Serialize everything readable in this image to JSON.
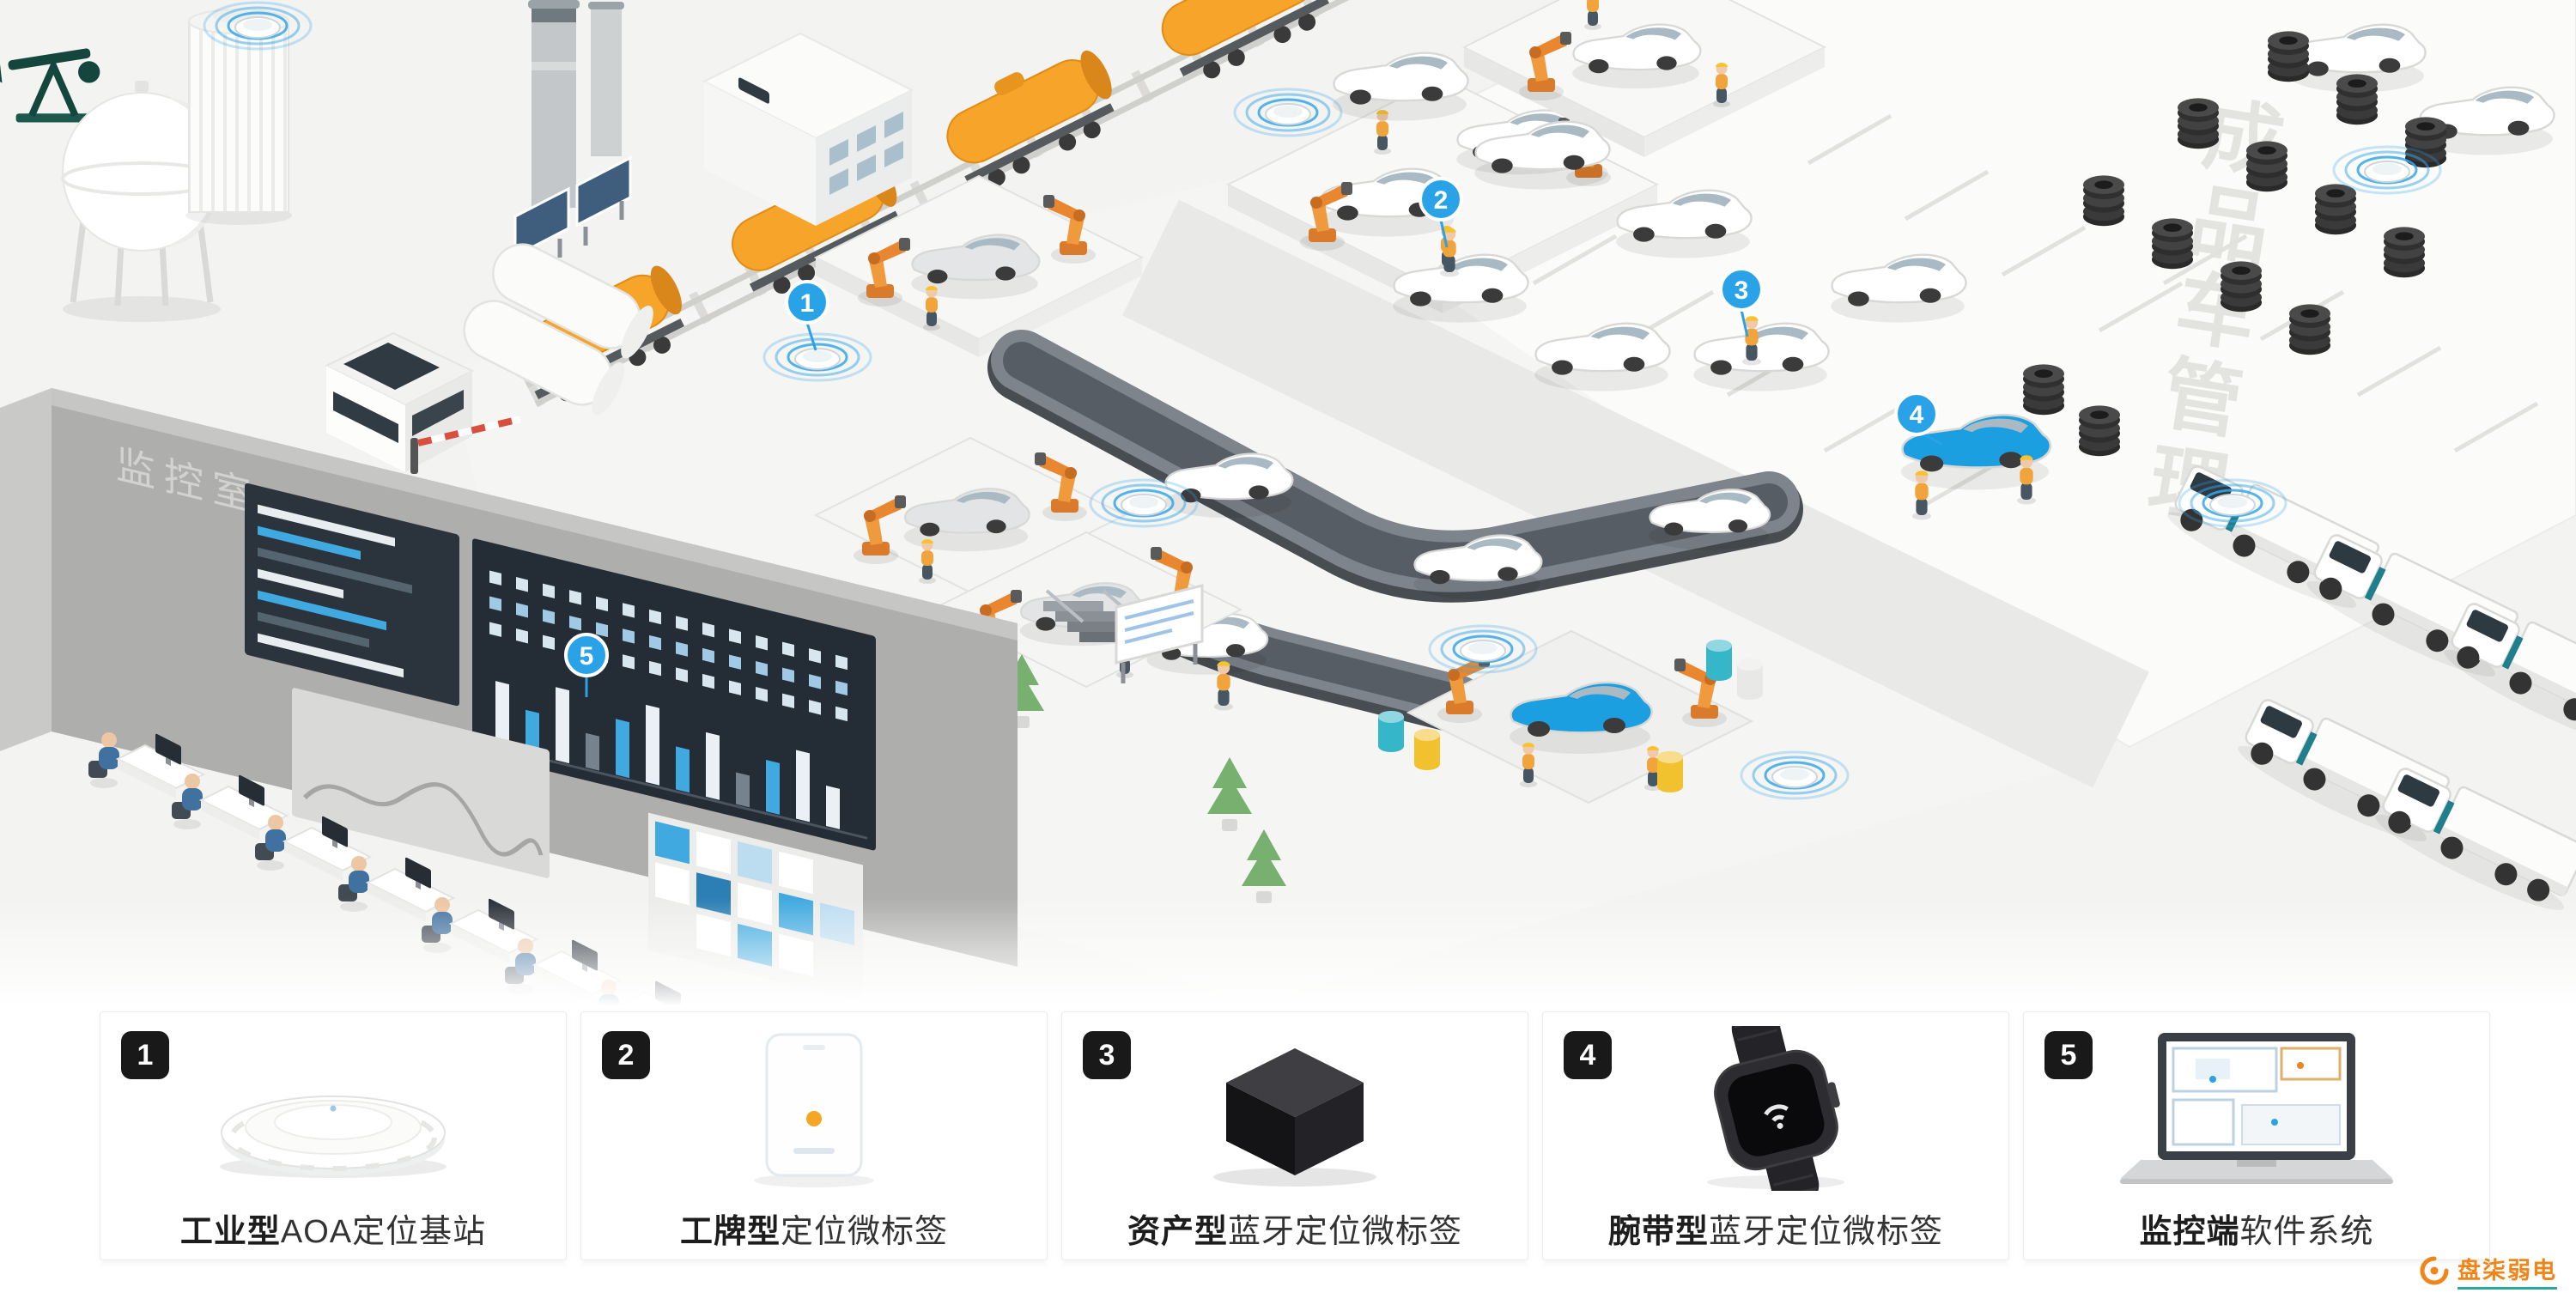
{
  "scene": {
    "labels": {
      "monitor_room": "监控室",
      "parking_ground_text": "成品车管理"
    },
    "callouts": [
      "1",
      "2",
      "3",
      "4",
      "5"
    ],
    "colors": {
      "accent_blue": "#2aa2e8",
      "machine_orange": "#f6a42a",
      "pump_green": "#15463e",
      "highlight_car_blue": "#1b9fe0"
    }
  },
  "legend": {
    "cards": [
      {
        "num": "1",
        "bold": "工业型",
        "rest": "AOA定位基站",
        "product": "industrial-aoa-base-station"
      },
      {
        "num": "2",
        "bold": "工牌型",
        "rest": "定位微标签",
        "product": "badge-positioning-tag"
      },
      {
        "num": "3",
        "bold": "资产型",
        "rest": "蓝牙定位微标签",
        "product": "asset-bluetooth-tag"
      },
      {
        "num": "4",
        "bold": "腕带型",
        "rest": "蓝牙定位微标签",
        "product": "wristband-bluetooth-tag"
      },
      {
        "num": "5",
        "bold": "监控端",
        "rest": "软件系统",
        "product": "monitoring-software-laptop"
      }
    ]
  },
  "watermark": {
    "brand": "盘柒弱电"
  }
}
